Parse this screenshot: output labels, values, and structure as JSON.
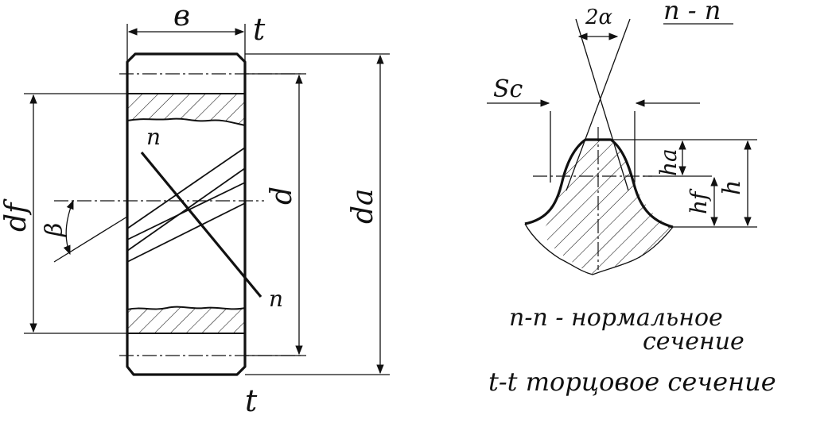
{
  "labels": {
    "width": "в",
    "t_top": "t",
    "t_bottom": "t",
    "d": "d",
    "da": "da",
    "df": "df",
    "beta": "β",
    "n_upper": "n",
    "n_lower": "n",
    "section_title": "n - n",
    "two_alpha": "2α",
    "sc": "Sc",
    "ha": "ha",
    "hf": "hf",
    "h": "h"
  },
  "captions": {
    "normal_line1": "n-n - нормальное",
    "normal_line2": "сечение",
    "face": "t-t торцовое сечение"
  }
}
